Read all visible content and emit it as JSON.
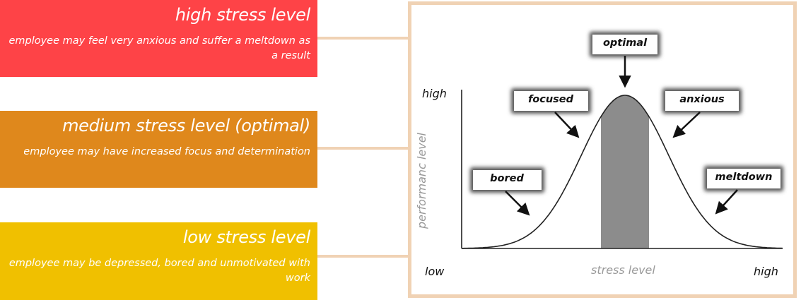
{
  "levels": [
    {
      "title": "high stress level",
      "desc": "employee may feel very anxious and suffer a meltdown as a result",
      "color": "#fe4347"
    },
    {
      "title": "medium stress level (optimal)",
      "desc": "employee may have increased focus and determination",
      "color": "#df881c"
    },
    {
      "title": "low stress level",
      "desc": "employee may be depressed, bored and unmotivated with work",
      "color": "#f0c000"
    }
  ],
  "connector_color": "#f0d2b4",
  "diagram": {
    "y_high": "high",
    "y_axis_label": "performanc level",
    "x_low": "low",
    "x_axis_label": "stress level",
    "x_high": "high",
    "labels": {
      "optimal": "optimal",
      "focused": "focused",
      "anxious": "anxious",
      "bored": "bored",
      "meltdown": "meltdown"
    },
    "band_color": "#8c8c8c"
  }
}
